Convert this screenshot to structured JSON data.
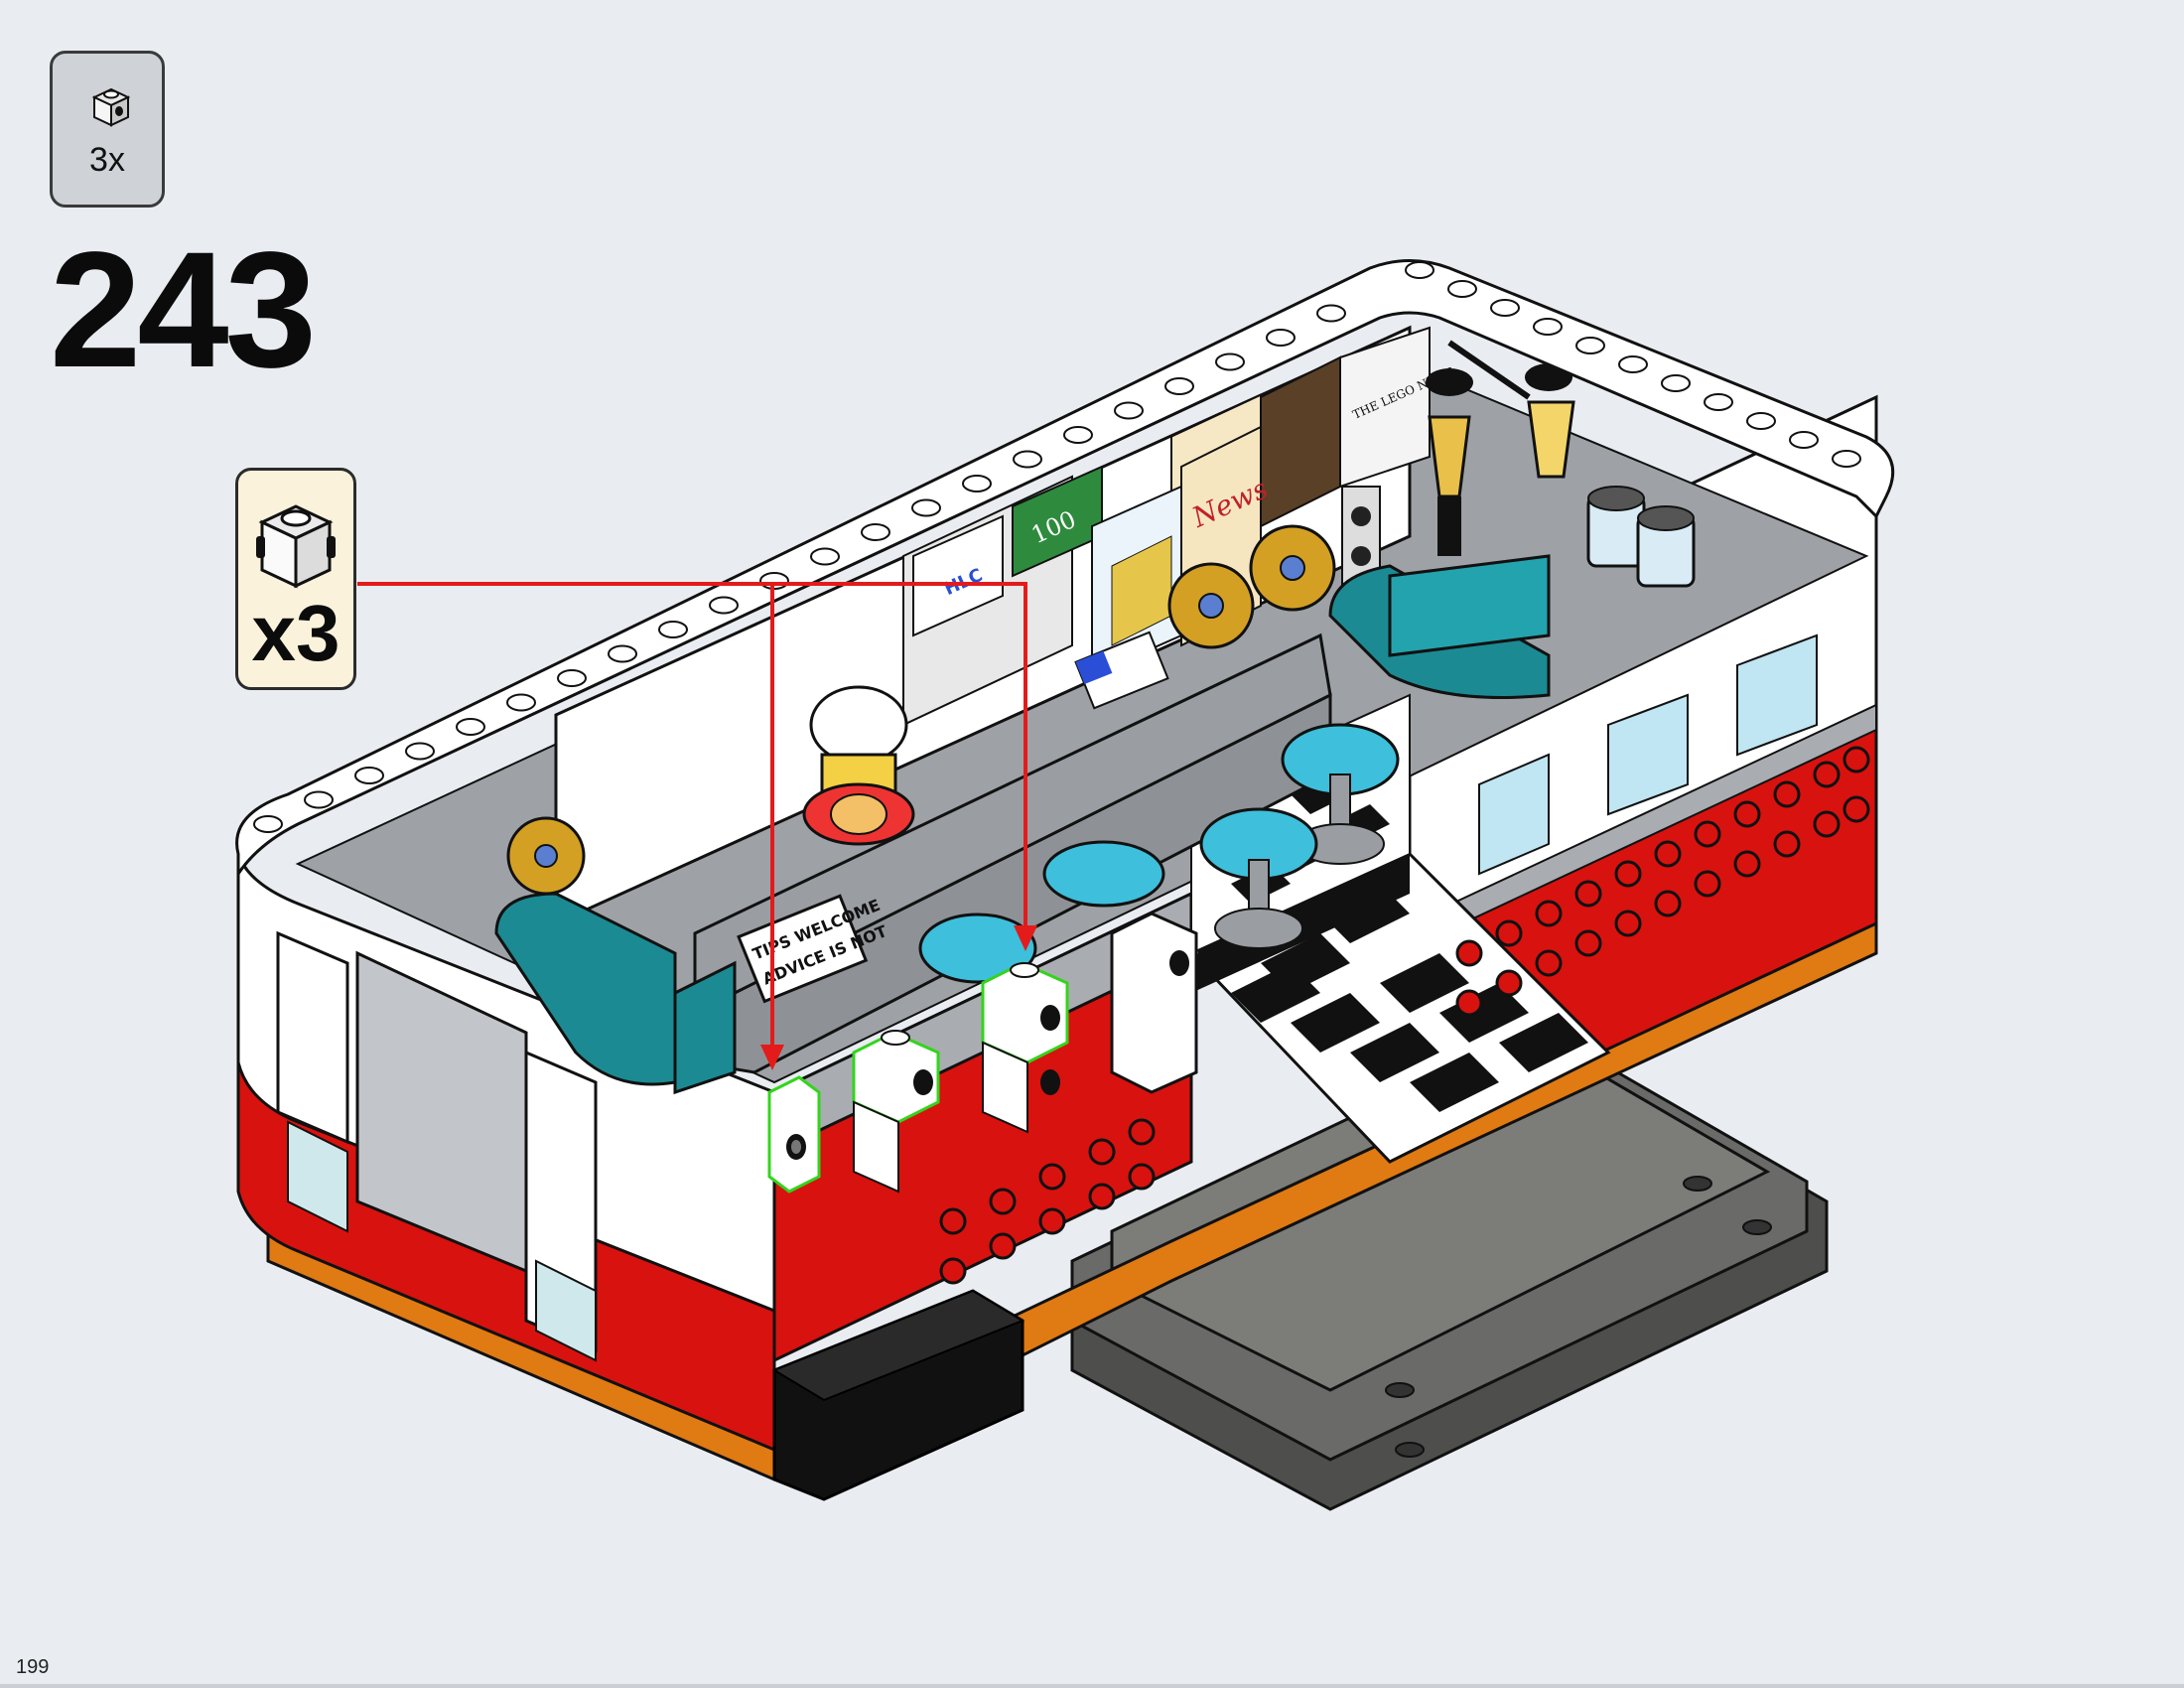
{
  "parts_list": {
    "quantity": "3x",
    "part_icon": "brick-1x1-stud-side-icon"
  },
  "step": {
    "number": "243"
  },
  "callout": {
    "quantity": "x3",
    "part_icon": "brick-1x1-stud-side-icon"
  },
  "model": {
    "sign_line1": "TIPS WELCOME",
    "sign_line2": "ADVICE IS NOT",
    "newspaper_label": "News",
    "newspaper_header": "THE LEGO NEWS",
    "sticker_text": "HLC",
    "banknote_text": "100",
    "colors": {
      "red": "#d8120e",
      "white": "#ffffff",
      "teal": "#1b8a93",
      "cyan": "#3ebfdb",
      "gray": "#a9adb1",
      "dark_gray": "#5a5a58",
      "orange": "#e07a12",
      "black": "#111111",
      "gold": "#d3a024",
      "arrow": "#e31b1b",
      "highlight": "#33d41c"
    }
  },
  "page": {
    "number": "199"
  }
}
